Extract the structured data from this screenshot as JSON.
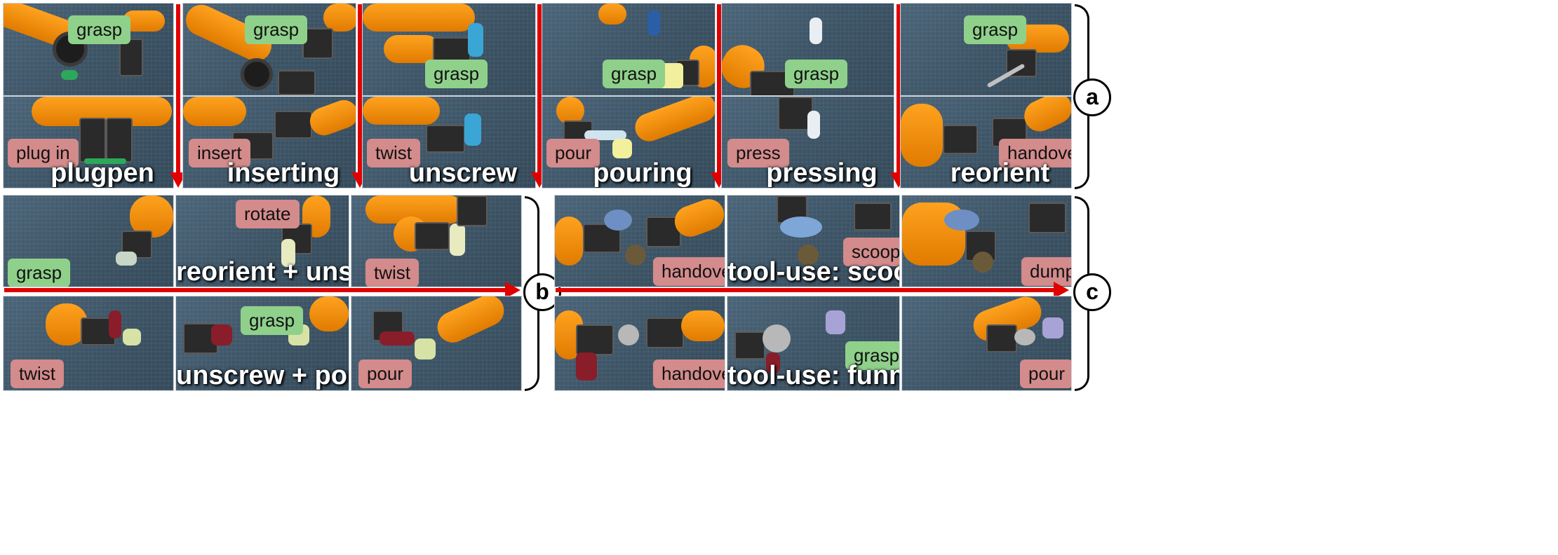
{
  "section_a": {
    "label": "a",
    "columns": [
      {
        "caption": "plugpen",
        "top_label": "grasp",
        "bottom_label": "plug in"
      },
      {
        "caption": "inserting",
        "top_label": "grasp",
        "bottom_label": "insert"
      },
      {
        "caption": "unscrew",
        "top_label": "grasp",
        "bottom_label": "twist"
      },
      {
        "caption": "pouring",
        "top_label": "grasp",
        "bottom_label": "pour"
      },
      {
        "caption": "pressing",
        "top_label": "grasp",
        "bottom_label": "press"
      },
      {
        "caption": "reorient",
        "top_label": "grasp",
        "bottom_label": "handover"
      }
    ]
  },
  "section_b": {
    "label": "b",
    "captions": [
      "reorient + unscrew",
      "unscrew + pouring"
    ],
    "top_labels": [
      "grasp",
      "rotate",
      "twist"
    ],
    "bottom_labels": [
      "twist",
      "grasp",
      "pour"
    ]
  },
  "section_c": {
    "label": "c",
    "captions": [
      "tool-use: scoop",
      "tool-use: funnel"
    ],
    "top_labels": [
      "handover",
      "scoop",
      "dump"
    ],
    "bottom_labels": [
      "handover",
      "grasp",
      "pour"
    ]
  },
  "colors": {
    "arrow": "#e00000",
    "grasp_chip": "#8fd18b",
    "action_chip": "#d38b8b",
    "robot": "#f39200"
  }
}
